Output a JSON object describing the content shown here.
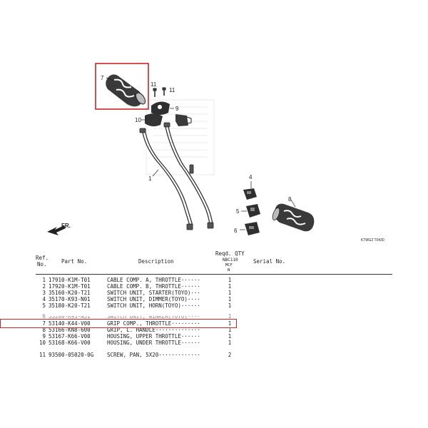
{
  "callouts": {
    "c1": "1",
    "c4": "4",
    "c5": "5",
    "c6": "6",
    "c7": "7",
    "c8": "8",
    "c9": "9",
    "c10": "10",
    "c11a": "11",
    "c11b": "11"
  },
  "direction_label": "FR.",
  "diagram_code": "KTMG2 T0430",
  "table": {
    "headers": {
      "ref": "Ref.",
      "no": "No.",
      "part_no": "Part No.",
      "description": "Description",
      "reqd_qty": "Reqd. QTY",
      "model": "NBC110",
      "variant": "MCF",
      "n": "N",
      "serial_no": "Serial No."
    },
    "rows": [
      {
        "ref": "1",
        "part": "17910-K1M-T01",
        "desc": "CABLE COMP. A, THROTTLE······",
        "qty": "1"
      },
      {
        "ref": "2",
        "part": "17920-K1M-T01",
        "desc": "CABLE COMP. B, THROTTLE······",
        "qty": "1"
      },
      {
        "ref": "3",
        "part": "35160-K20-T21",
        "desc": "SWITCH UNIT, STARTER(TOYO)···",
        "qty": "1"
      },
      {
        "ref": "4",
        "part": "35170-K93-N01",
        "desc": "SWITCH UNIT, DIMMER(TOYO)····",
        "qty": "1"
      },
      {
        "ref": "5",
        "part": "35180-K20-T21",
        "desc": "SWITCH UNIT, HORN(TOYO)······",
        "qty": "1"
      },
      {
        "ref": "6",
        "part": "35200-K93-N31",
        "desc": "SWITCH UNIT, WINKER(TOYO)····",
        "qty": "1"
      },
      {
        "ref": "7",
        "part": "53140-K44-V00",
        "desc": "GRIP COMP., THROTTLE·········",
        "qty": "1"
      },
      {
        "ref": "8",
        "part": "53166-KN8-600",
        "desc": "GRIP, L. HANDLE··············",
        "qty": "1"
      },
      {
        "ref": "9",
        "part": "53167-K66-V00",
        "desc": "HOUSING, UPPER THROTTLE······",
        "qty": "1"
      },
      {
        "ref": "10",
        "part": "53168-K66-V00",
        "desc": "HOUSING, UNDER THROTTLE······",
        "qty": "1"
      },
      {
        "ref": "11",
        "part": "93500-05020-0G",
        "desc": "SCREW, PAN, 5X20·············",
        "qty": "2"
      }
    ]
  },
  "colors": {
    "highlight": "#c8262b",
    "ink": "#222222"
  }
}
